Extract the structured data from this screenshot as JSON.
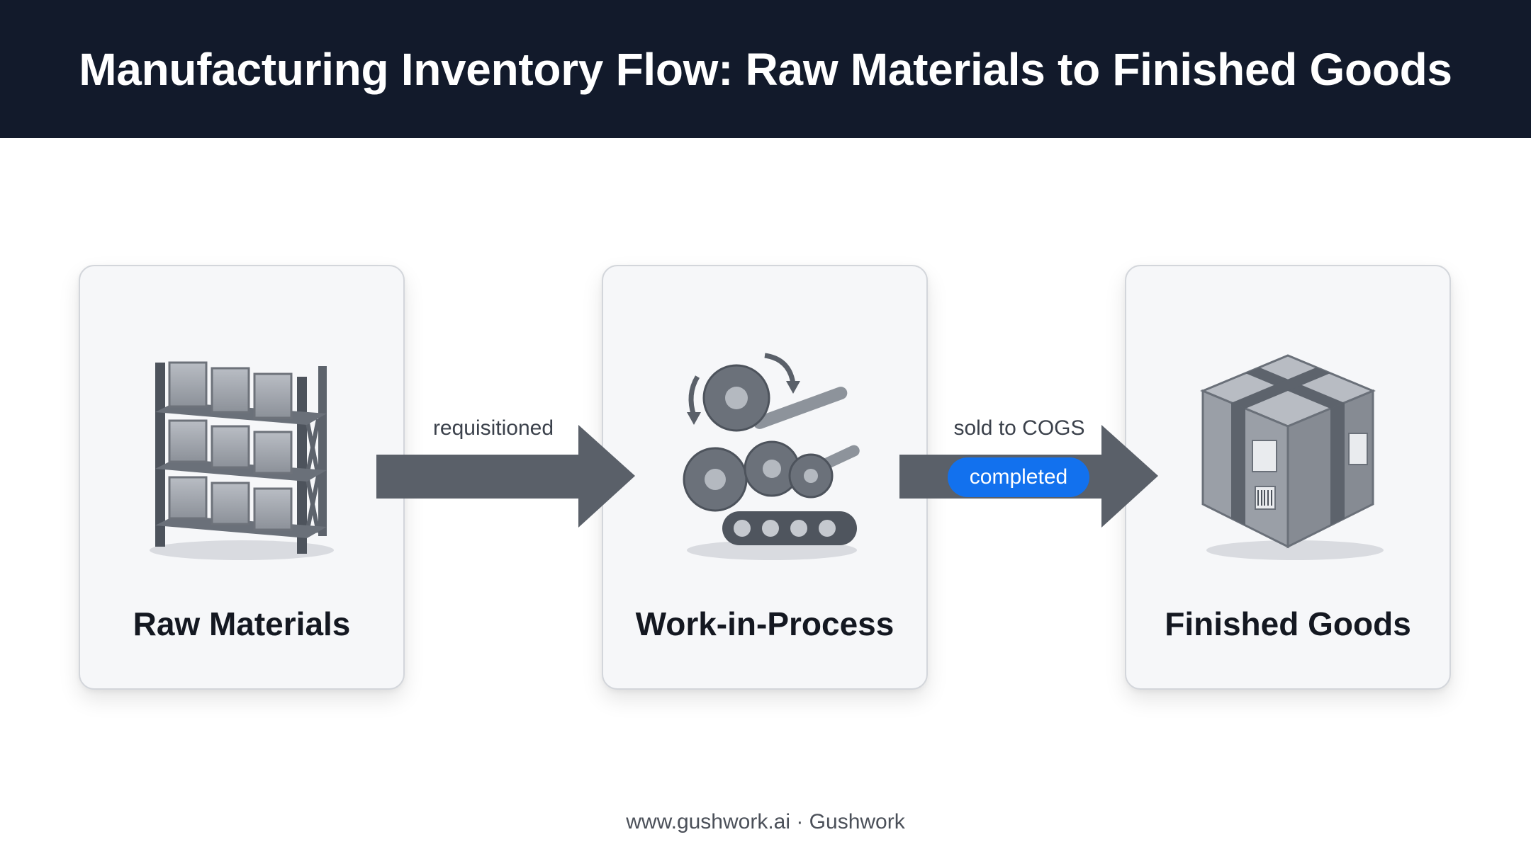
{
  "header": {
    "title": "Manufacturing Inventory Flow: Raw Materials to Finished Goods"
  },
  "stages": [
    {
      "title": "Raw Materials",
      "icon": "warehouse-shelf-icon"
    },
    {
      "title": "Work-in-Process",
      "icon": "gears-conveyor-icon"
    },
    {
      "title": "Finished Goods",
      "icon": "packaged-box-icon"
    }
  ],
  "transitions": [
    {
      "label": "requisitioned"
    },
    {
      "label": "sold to COGS",
      "badge": "completed"
    }
  ],
  "footer": {
    "text": "www.gushwork.ai · Gushwork"
  },
  "colors": {
    "header_bg": "#121a2b",
    "arrow": "#5a6069",
    "badge": "#1271ee",
    "card_bg": "#f6f7f9"
  }
}
